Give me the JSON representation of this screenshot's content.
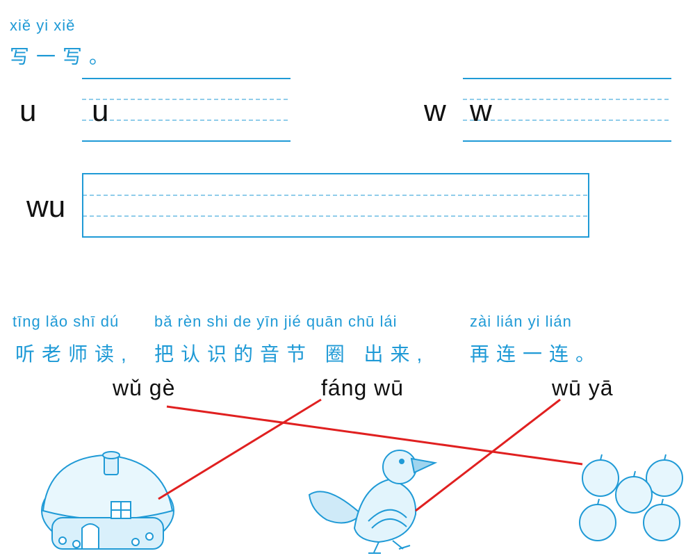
{
  "section1": {
    "pinyin": "xiě yi xiě",
    "title": "写一写。",
    "items": [
      {
        "label": "u",
        "sample": "u"
      },
      {
        "label": "w",
        "sample": "w"
      },
      {
        "label": "wu"
      }
    ]
  },
  "section2": {
    "pinyin_a": "tīng lǎo shī dú",
    "pinyin_b": "bǎ rèn shi de yīn jié quān chū lái",
    "pinyin_c": "zài lián yi lián",
    "title_a": "听老师读,",
    "title_b": "把认识的音节 圈 出来,",
    "title_c": "再连一连。",
    "words": [
      "wǔ gè",
      "fáng wū",
      "wū yā"
    ],
    "pictures": [
      "house-picture",
      "crow-picture",
      "apples-picture"
    ]
  },
  "colors": {
    "accent": "#1f9ad6",
    "line": "#e02020",
    "text": "#111111"
  }
}
